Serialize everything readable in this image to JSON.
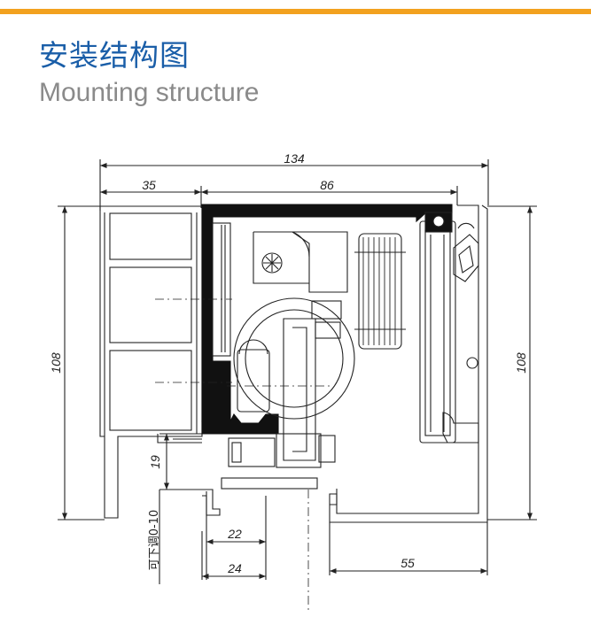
{
  "header": {
    "title_cn": "安装结构图",
    "title_en": "Mounting structure"
  },
  "colors": {
    "accent_bar": "#F2A11F",
    "title_cn": "#1a5ea8",
    "title_en": "#8a8a8a",
    "line": "#222222",
    "profile_fill": "#111111"
  },
  "dimensions": {
    "overall_width": "134",
    "left_section": "35",
    "right_section": "86",
    "height_left": "108",
    "height_right": "108",
    "gap_19": "19",
    "adjust_label": "可下调0-10",
    "width_22": "22",
    "width_24": "24",
    "width_55": "55"
  }
}
